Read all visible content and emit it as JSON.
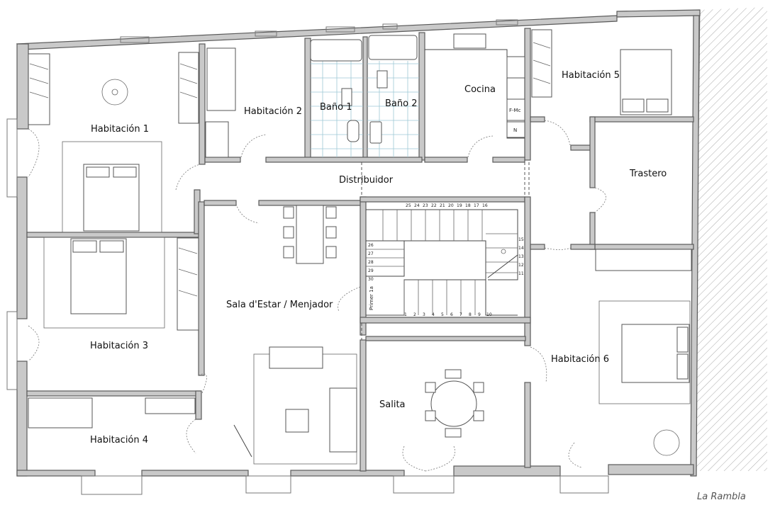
{
  "rooms": {
    "habitacion1": "Habitación 1",
    "habitacion2": "Habitación 2",
    "bano1": "Baño 1",
    "bano2": "Baño 2",
    "cocina": "Cocina",
    "habitacion5": "Habitación 5",
    "distribuidor": "Distribuidor",
    "trastero": "Trastero",
    "sala": "Sala d'Estar / Menjador",
    "habitacion3": "Habitación 3",
    "habitacion4": "Habitación 4",
    "salita": "Salita",
    "habitacion6": "Habitación 6"
  },
  "stair": {
    "top_steps": [
      "25",
      "24",
      "23",
      "22",
      "21",
      "20",
      "19",
      "18",
      "17",
      "16"
    ],
    "right_steps": [
      "15",
      "14",
      "13",
      "12",
      "11"
    ],
    "left_steps": [
      "26",
      "27",
      "28",
      "29",
      "30"
    ],
    "bottom_steps": [
      "1",
      "2",
      "3",
      "4",
      "5",
      "6",
      "7",
      "8",
      "9",
      "10"
    ],
    "landing_label": "Primer 1a"
  },
  "kitchen_appliances": {
    "fridge_freezer": "F-Mc",
    "appliance": "N"
  },
  "street_name": "La Rambla"
}
